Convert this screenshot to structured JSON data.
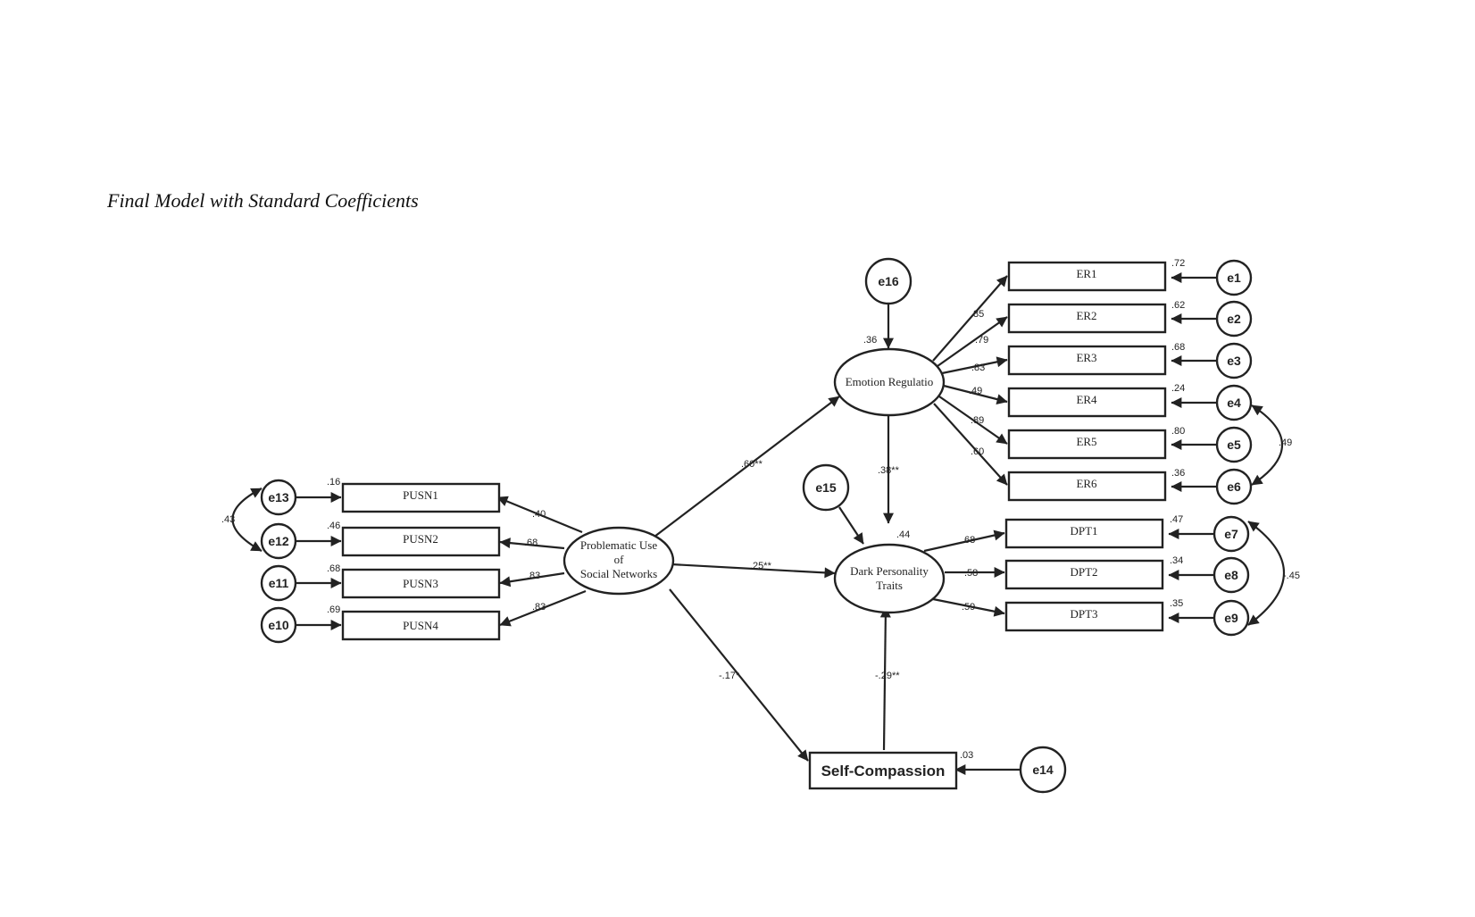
{
  "caption": "Final Model with Standard Coefficients",
  "latents": {
    "pusn": [
      "Problematic Use",
      "of",
      "Social Networks"
    ],
    "er": [
      "Emotion Regulatio"
    ],
    "dpt": [
      "Dark Personality",
      "Traits"
    ]
  },
  "observed": {
    "self_compassion": "Self-Compassion",
    "er": [
      "ER1",
      "ER2",
      "ER3",
      "ER4",
      "ER5",
      "ER6"
    ],
    "dpt": [
      "DPT1",
      "DPT2",
      "DPT3"
    ],
    "pusn": [
      "PUSN1",
      "PUSN2",
      "PUSN3",
      "PUSN4"
    ]
  },
  "errors": {
    "er": [
      "e1",
      "e2",
      "e3",
      "e4",
      "e5",
      "e6"
    ],
    "dpt": [
      "e7",
      "e8",
      "e9"
    ],
    "pusn": [
      "e13",
      "e12",
      "e11",
      "e10"
    ],
    "sc": "e14",
    "dpt_latent": "e15",
    "er_latent": "e16"
  },
  "loadings": {
    "er": [
      ".85",
      ".79",
      ".83",
      ".49",
      ".89",
      ".60"
    ],
    "dpt": [
      ".68",
      ".58",
      ".59"
    ],
    "pusn": [
      ".40",
      ".68",
      ".83",
      ".83"
    ]
  },
  "r_squared": {
    "er_items": [
      ".72",
      ".62",
      ".68",
      ".24",
      ".80",
      ".36"
    ],
    "dpt_items": [
      ".47",
      ".34",
      ".35"
    ],
    "pusn_items": [
      ".16",
      ".46",
      ".68",
      ".69"
    ],
    "er_latent": ".36",
    "dpt_latent": ".44",
    "self_compassion": ".03"
  },
  "paths": {
    "pusn_er": ".60**",
    "pusn_dpt": ".25**",
    "pusn_sc": "-.17*",
    "er_dpt": ".38**",
    "sc_dpt": "-.29**"
  },
  "covariances": {
    "e13_e12": ".43",
    "e4_e6": ".49",
    "e7_e9": "-.45"
  }
}
